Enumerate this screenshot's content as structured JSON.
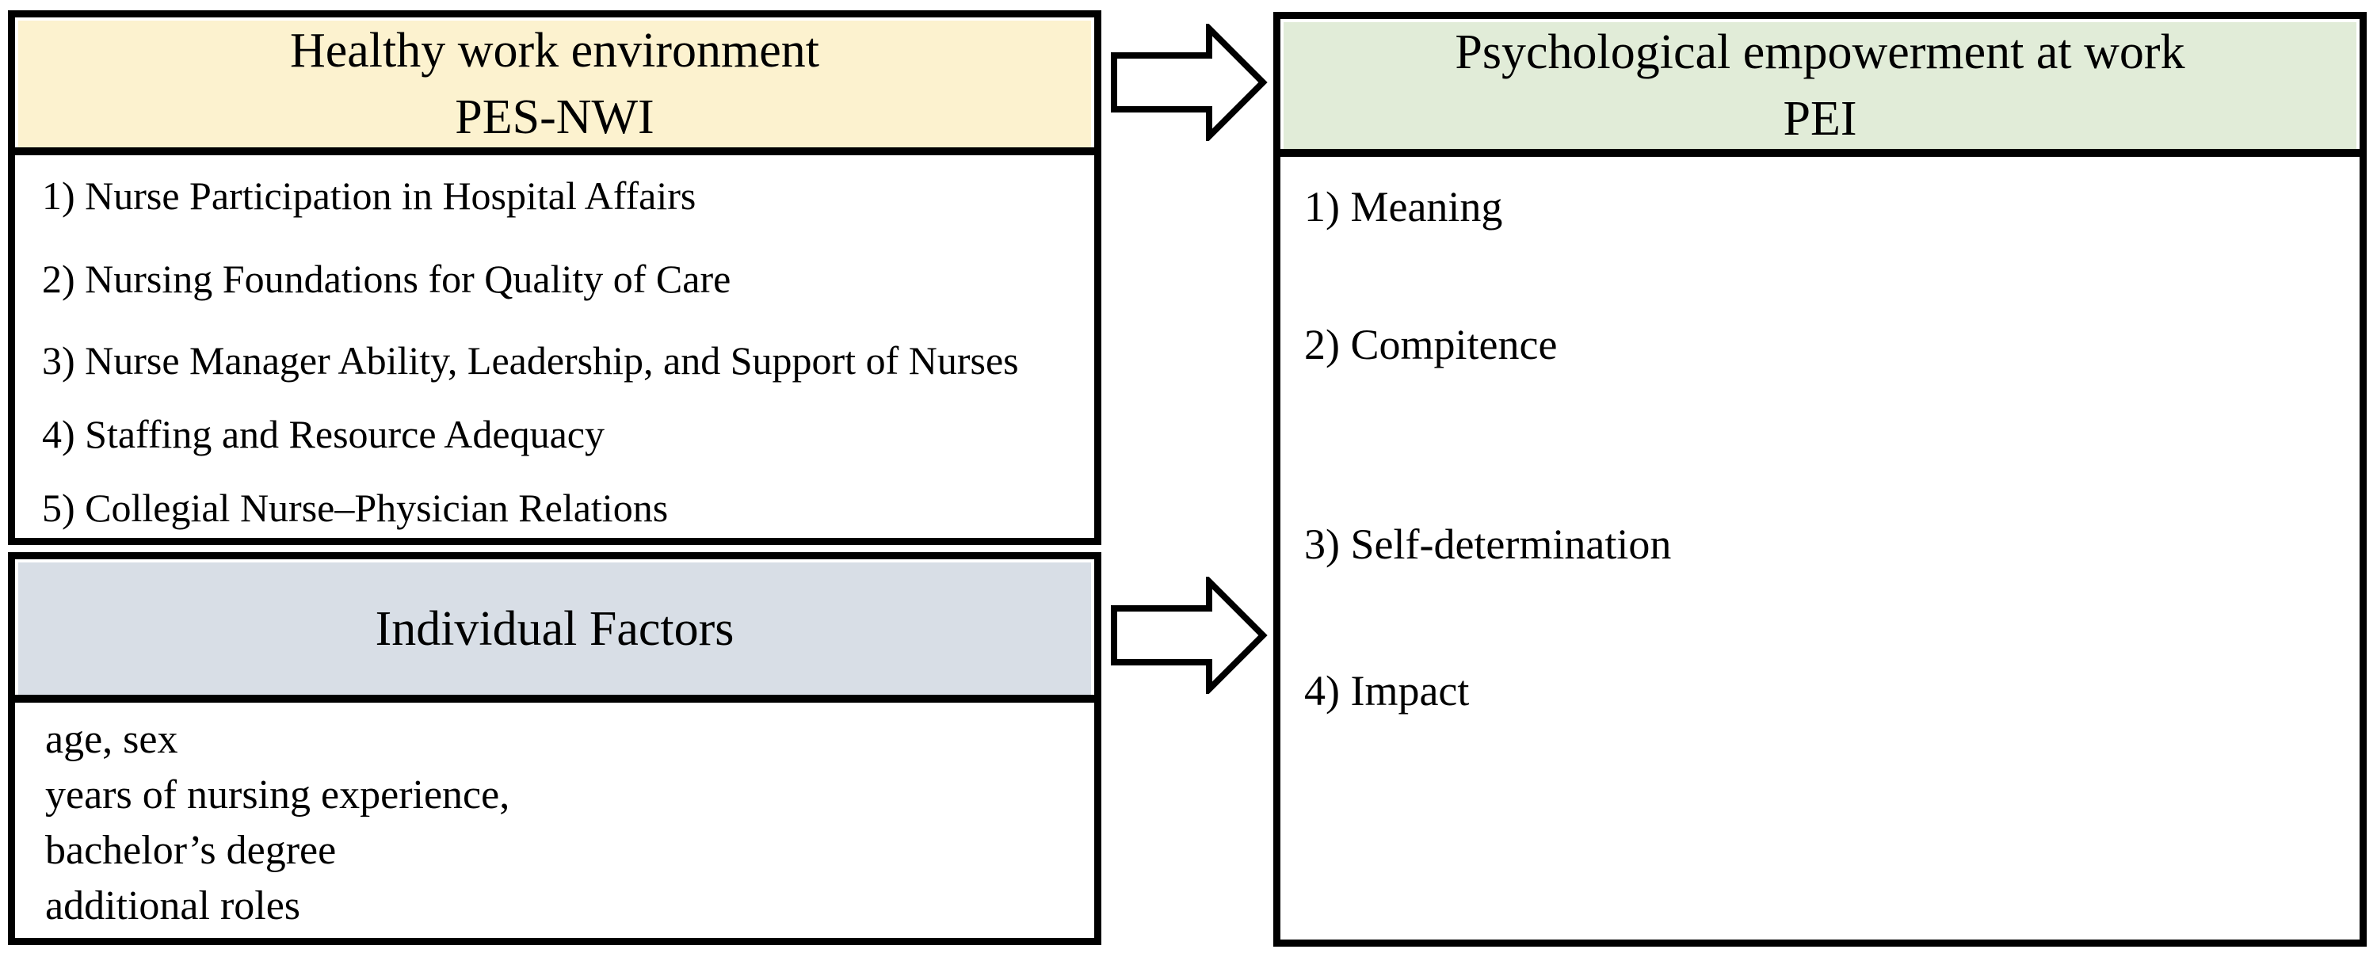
{
  "figure": {
    "line_color": "#000000",
    "arrow_fill": "#ffffff",
    "boxes": {
      "healthy_work_environment": {
        "header_line1": "Healthy work environment",
        "header_line2": "PES-NWI",
        "header_fill": "#FCF2CF",
        "items": [
          "1) Nurse Participation in Hospital Affairs",
          "2) Nursing Foundations for Quality of Care",
          "3) Nurse Manager Ability, Leadership, and Support of Nurses",
          "4) Staffing and Resource Adequacy",
          "5) Collegial Nurse–Physician Relations"
        ]
      },
      "individual_factors": {
        "header_line1": "Individual Factors",
        "header_fill": "#D8DEE6",
        "items": [
          "age, sex",
          "years of nursing experience,",
          "bachelor’s degree",
          "additional roles"
        ]
      },
      "psychological_empowerment": {
        "header_line1": "Psychological empowerment at work",
        "header_line2": "PEI",
        "header_fill": "#E1ECD8",
        "items": [
          "1) Meaning",
          "2) Compitence",
          "3) Self-determination",
          "4) Impact"
        ]
      }
    }
  }
}
